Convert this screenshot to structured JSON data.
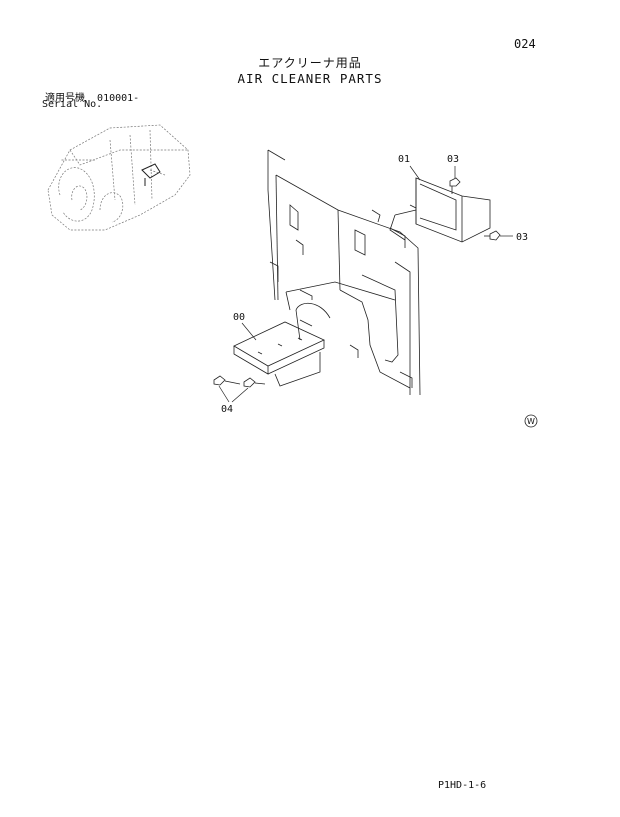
{
  "page": {
    "number": "024",
    "title_jp": "エアクリーナ用品",
    "title_en": "AIR CLEANER PARTS",
    "serial_label_jp": "適用号機",
    "serial_value": "010001-",
    "serial_label_en": "Serial No.",
    "footer_code": "P1HD-1-6",
    "mark": "W"
  },
  "callouts": [
    {
      "label": "01"
    },
    {
      "label": "03"
    },
    {
      "label": "03"
    },
    {
      "label": "00"
    },
    {
      "label": "04"
    }
  ]
}
